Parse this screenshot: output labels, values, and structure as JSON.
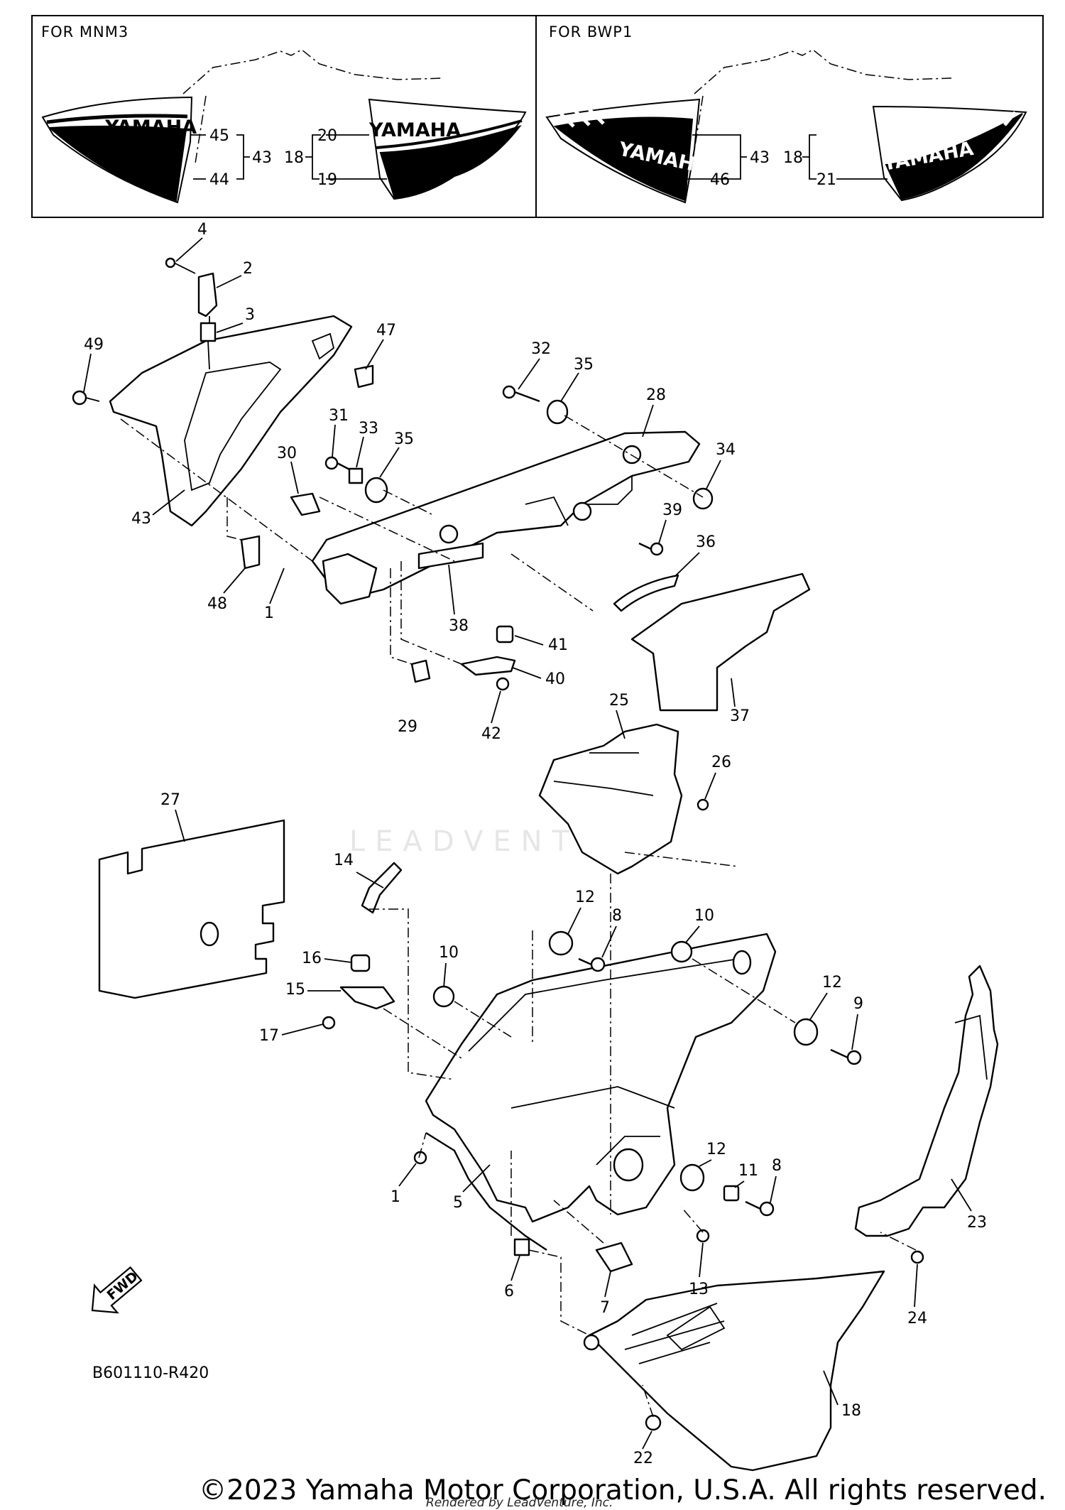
{
  "insets": [
    {
      "header": "FOR  MNM3",
      "brand_left": "YAMAHA",
      "brand_right": "YAMAHA",
      "labels": [
        "45",
        "43",
        "44",
        "18",
        "20",
        "19"
      ]
    },
    {
      "header": "FOR  BWP1",
      "brand_left": "YAMAHA",
      "brand_right": "YAMAHA",
      "labels": [
        "43",
        "46",
        "18",
        "21"
      ]
    }
  ],
  "callouts": [
    "4",
    "2",
    "3",
    "47",
    "49",
    "43",
    "32",
    "35",
    "28",
    "31",
    "33",
    "35",
    "34",
    "30",
    "39",
    "36",
    "48",
    "1",
    "38",
    "41",
    "40",
    "37",
    "29",
    "42",
    "25",
    "26",
    "27",
    "14",
    "12",
    "8",
    "10",
    "16",
    "15",
    "10",
    "12",
    "9",
    "17",
    "12",
    "11",
    "8",
    "1",
    "5",
    "13",
    "23",
    "6",
    "7",
    "24",
    "18",
    "22"
  ],
  "fwd_label": "FWD",
  "diagram_code": "B601110-R420",
  "watermark": "LEADVENTURE",
  "footer": {
    "copyright": "©2023 Yamaha Motor Corporation, U.S.A. All rights reserved.",
    "rendered_by": "Rendered by LeadVenture, Inc."
  }
}
